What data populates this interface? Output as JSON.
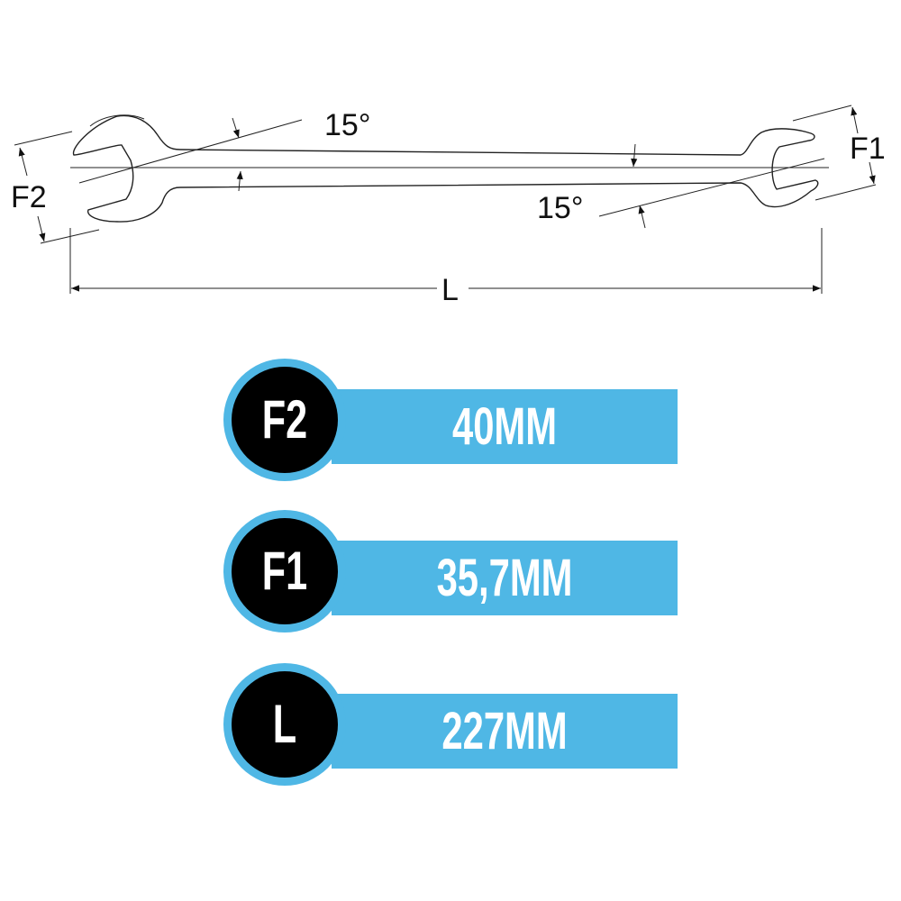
{
  "drawing": {
    "labels": {
      "f2": "F2",
      "f1": "F1",
      "length": "L",
      "angle_top": "15°",
      "angle_bottom": "15°"
    }
  },
  "specs": [
    {
      "key": "F2",
      "value": "40MM"
    },
    {
      "key": "F1",
      "value": "35,7MM"
    },
    {
      "key": "L",
      "value": "227MM"
    }
  ],
  "colors": {
    "accent": "#4fb7e5",
    "disc": "#000000",
    "text": "#ffffff"
  }
}
